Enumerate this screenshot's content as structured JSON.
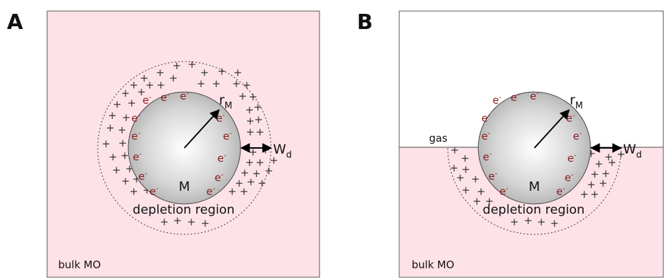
{
  "colors": {
    "bulk_fill": "#fde2e8",
    "electron": "#8b1a1a",
    "plus": "#333333",
    "outline": "#333333"
  },
  "panel_a": {
    "letter": "A",
    "metal_label": "M",
    "radius_label_main": "r",
    "radius_label_sub": "M",
    "width_label_main": "W",
    "width_label_sub": "d",
    "depletion_label": "depletion region",
    "bulk_label": "bulk MO",
    "electron_main": "e",
    "electron_sup": "-"
  },
  "panel_b": {
    "letter": "B",
    "metal_label": "M",
    "radius_label_main": "r",
    "radius_label_sub": "M",
    "width_label_main": "W",
    "width_label_sub": "d",
    "depletion_label": "depletion region",
    "bulk_label": "bulk MO",
    "gas_label": "gas",
    "electron_main": "e",
    "electron_sup": "-"
  },
  "symbols": {
    "plus": "+"
  }
}
